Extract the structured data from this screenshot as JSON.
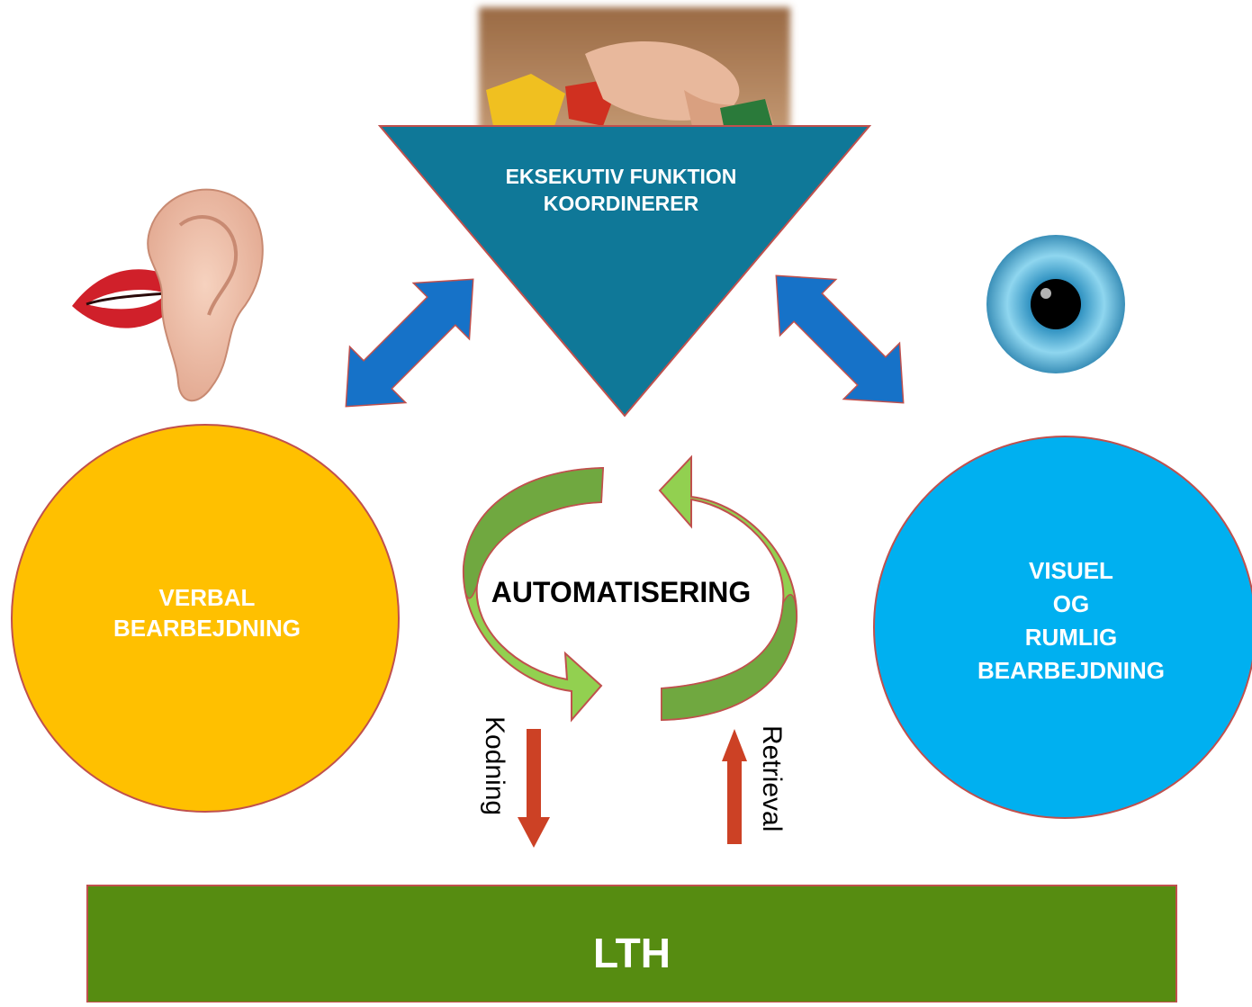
{
  "executive": {
    "line1": "EKSEKUTIV FUNKTION",
    "line2": "KOORDINERER"
  },
  "verbal": {
    "line1": "VERBAL",
    "line2": "BEARBEJDNING"
  },
  "visual": {
    "line1": "VISUEL",
    "line2": "OG",
    "line3": "RUMLIG",
    "line4": "BEARBEJDNING"
  },
  "automation": {
    "label": "AUTOMATISERING"
  },
  "encoding": {
    "label": "Kodning"
  },
  "retrieval": {
    "label": "Retrieval"
  },
  "ltm": {
    "label": "LTH"
  },
  "colors": {
    "triangle": "#0f7898",
    "verbal_circle": "#ffc000",
    "visual_circle": "#00b0f0",
    "ltm_box": "#568c11",
    "cycle_arrow_light": "#92d050",
    "cycle_arrow_dark": "#70a840",
    "double_arrow": "#1672c8",
    "red_arrow": "#cc4125",
    "outline": "#c0504d"
  },
  "icons": [
    "hand-with-blocks-photo",
    "mouth-icon",
    "ear-icon",
    "eye-icon"
  ]
}
